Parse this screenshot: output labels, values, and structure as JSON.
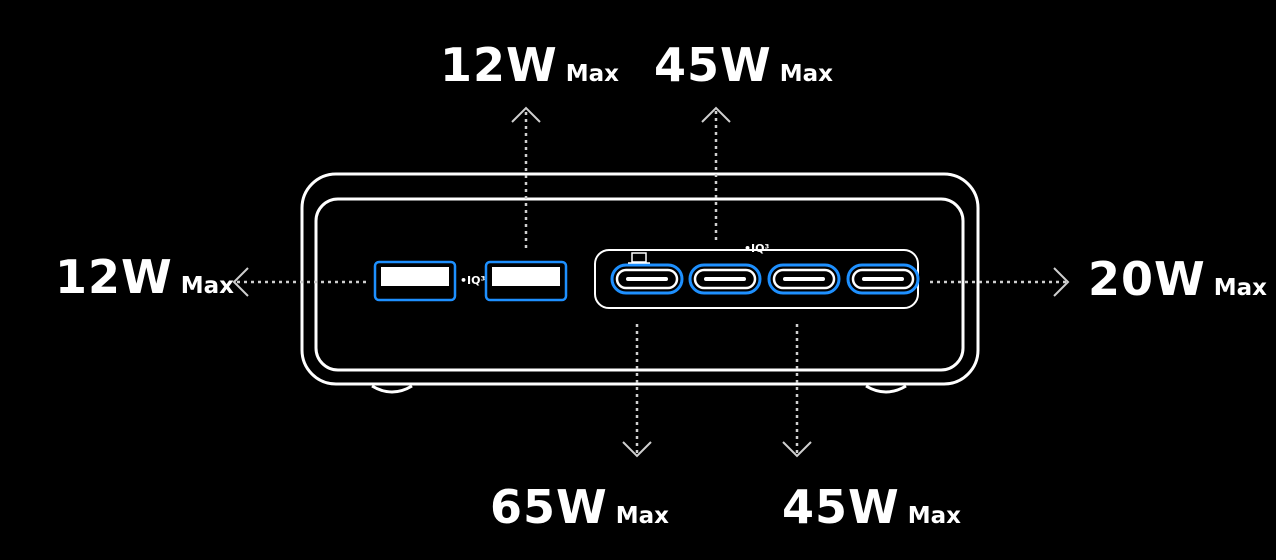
{
  "labels": {
    "usb_a_left": {
      "watt": "12W",
      "unit": "Max"
    },
    "usb_a_right": {
      "watt": "12W",
      "unit": "Max"
    },
    "usb_c1": {
      "watt": "65W",
      "unit": "Max"
    },
    "usb_c2": {
      "watt": "45W",
      "unit": "Max"
    },
    "usb_c3": {
      "watt": "45W",
      "unit": "Max"
    },
    "usb_c4": {
      "watt": "20W",
      "unit": "Max"
    }
  },
  "iq_badge_a": "•IQ³",
  "iq_badge_c": "•IQ³",
  "colors": {
    "background": "#000000",
    "outline": "#ffffff",
    "port_accent": "#1e90ff",
    "arrow": "#cfcfcf"
  },
  "icons": [
    "laptop-icon",
    "arrow-up-icon",
    "arrow-down-icon",
    "arrow-left-icon",
    "arrow-right-icon"
  ]
}
